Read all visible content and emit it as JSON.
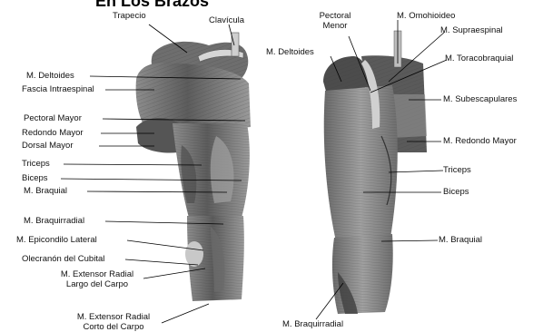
{
  "title": "En Los Brazos",
  "left_labels": {
    "trapecio": "Trapecio",
    "clavicula": "Clavícula",
    "deltoides": "M. Deltoides",
    "fascia": "Fascia Intraespinal",
    "pectoral_mayor": "Pectoral Mayor",
    "redondo_mayor": "Redondo Mayor",
    "dorsal_mayor": "Dorsal Mayor",
    "triceps": "Triceps",
    "biceps": "Biceps",
    "braquial": "M. Braquial",
    "braquirradial": "M. Braquirradial",
    "epicondilo": "M. Epicondilo Lateral",
    "olecranon": "Olecranón del Cubital",
    "extensor_largo_1": "M. Extensor Radial",
    "extensor_largo_2": "Largo del Carpo",
    "extensor_corto_1": "M. Extensor Radial",
    "extensor_corto_2": "Corto del Carpo"
  },
  "right_labels": {
    "pectoral_menor_1": "Pectoral",
    "pectoral_menor_2": "Menor",
    "omohioideo": "M. Omohioideo",
    "deltoides": "M. Deltoides",
    "supraespinal": "M. Supraespinal",
    "toracobraquial": "M. Toracobraquial",
    "subescapulares": "M. Subescapulares",
    "redondo_mayor": "M. Redondo Mayor",
    "triceps": "Triceps",
    "biceps": "Biceps",
    "braquial": "M. Braquial",
    "braquirradial": "M. Braquirradial"
  },
  "colors": {
    "muscle_dark": "#4a4a4a",
    "muscle_mid": "#7a7a7a",
    "muscle_light": "#b8b8b8",
    "bone": "#d9d9d9",
    "leader_line": "#000000"
  }
}
